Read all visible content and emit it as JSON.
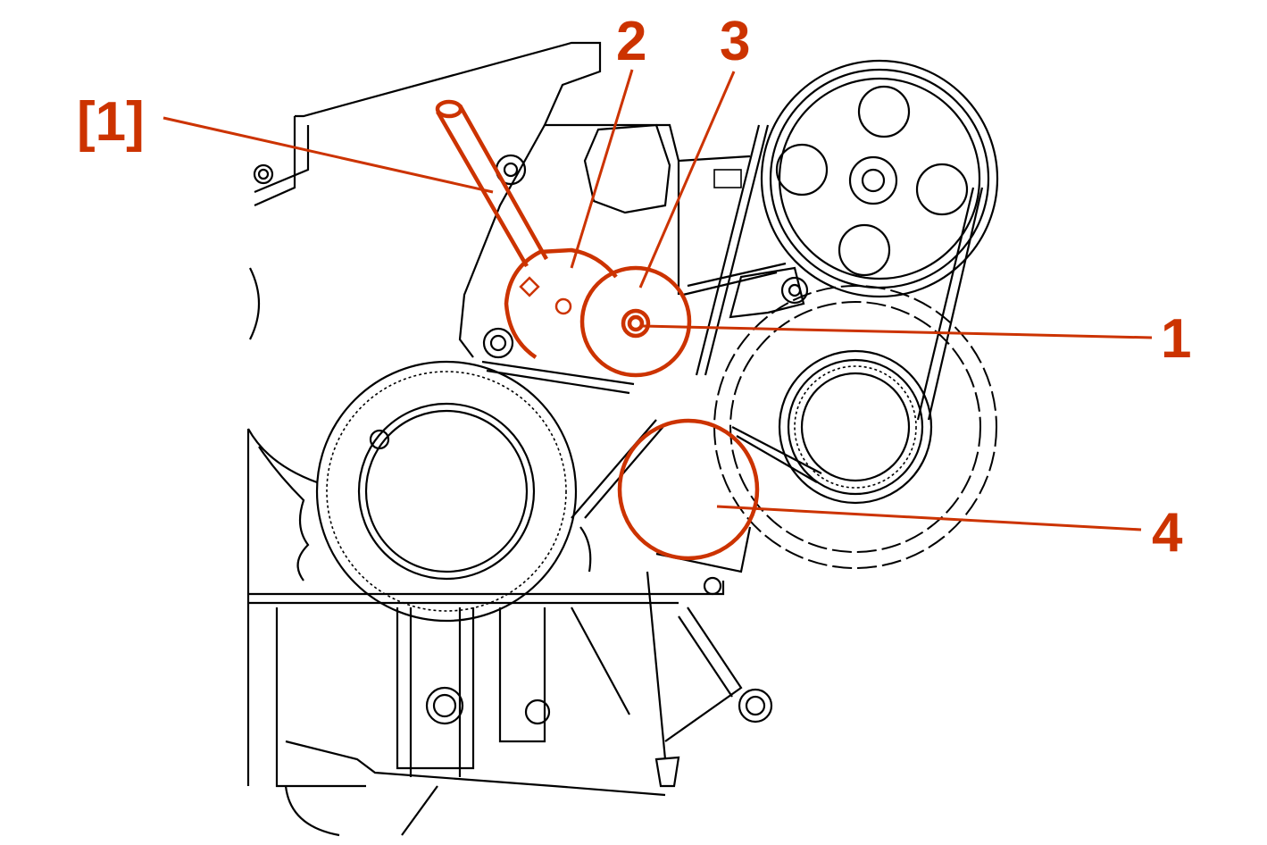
{
  "diagram": {
    "accent_color": "#cc3300",
    "callouts": [
      {
        "id": "tool",
        "text": "[1]"
      },
      {
        "id": "tensioner",
        "text": "2"
      },
      {
        "id": "idler-pulley",
        "text": "3"
      },
      {
        "id": "bolt",
        "text": "1"
      },
      {
        "id": "lower-pulley",
        "text": "4"
      }
    ]
  }
}
